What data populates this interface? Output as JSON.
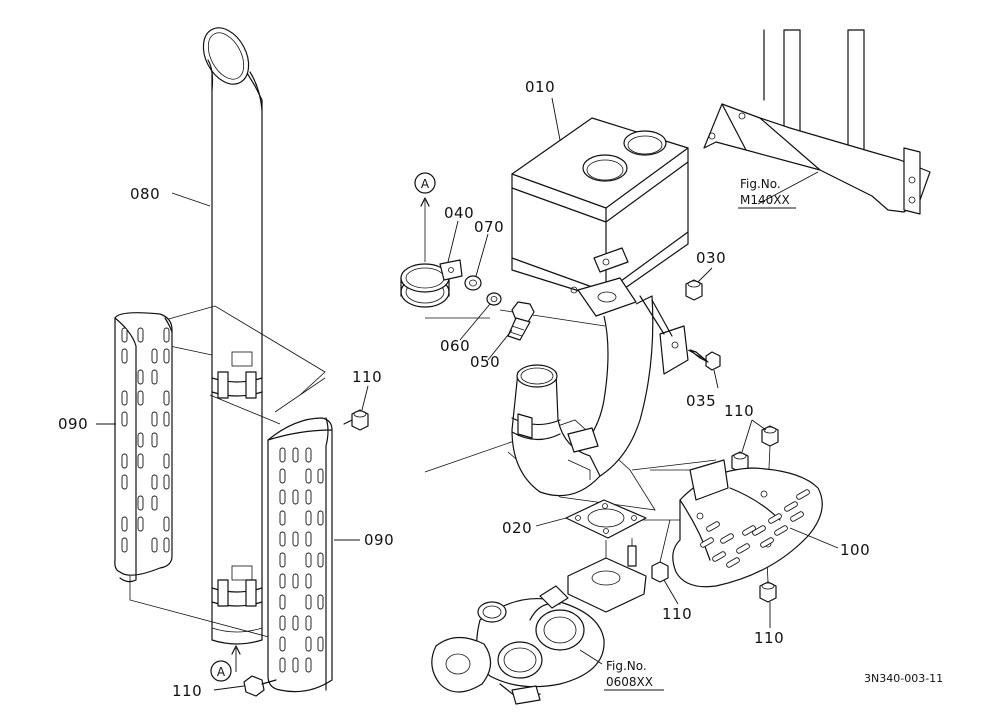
{
  "callouts": {
    "p010": "010",
    "p020": "020",
    "p030": "030",
    "p035": "035",
    "p040": "040",
    "p050": "050",
    "p060": "060",
    "p070": "070",
    "p080": "080",
    "p090_left": "090",
    "p090_right": "090",
    "p100": "100",
    "p110_a": "110",
    "p110_b": "110",
    "p110_c": "110",
    "p110_d": "110",
    "p110_e": "110"
  },
  "markers": {
    "a_top": "A",
    "a_bottom": "A"
  },
  "references": {
    "frame_label": "Fig.No.",
    "frame_number": "M140XX",
    "turbo_label": "Fig.No.",
    "turbo_number": "0608XX"
  },
  "drawing_code": "3N340-003-11"
}
